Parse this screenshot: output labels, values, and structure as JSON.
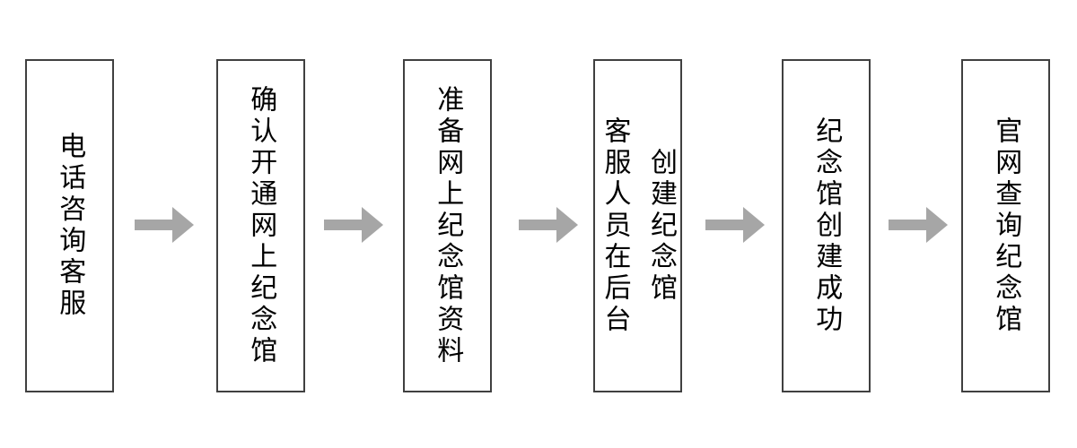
{
  "diagram": {
    "type": "flowchart",
    "direction": "left-to-right",
    "steps": [
      {
        "lines": [
          "电话咨询客服"
        ]
      },
      {
        "lines": [
          "确认开通网上纪念馆"
        ]
      },
      {
        "lines": [
          "准备网上纪念馆资料"
        ]
      },
      {
        "lines": [
          "客服人员在后台",
          "创建纪念馆"
        ]
      },
      {
        "lines": [
          "纪念馆创建成功"
        ]
      },
      {
        "lines": [
          "官网查询纪念馆"
        ]
      }
    ],
    "connector_icon": "right-arrow-icon",
    "colors": {
      "box_border": "#404040",
      "text": "#000000",
      "arrow": "#a6a6a6",
      "background": "#ffffff"
    }
  }
}
